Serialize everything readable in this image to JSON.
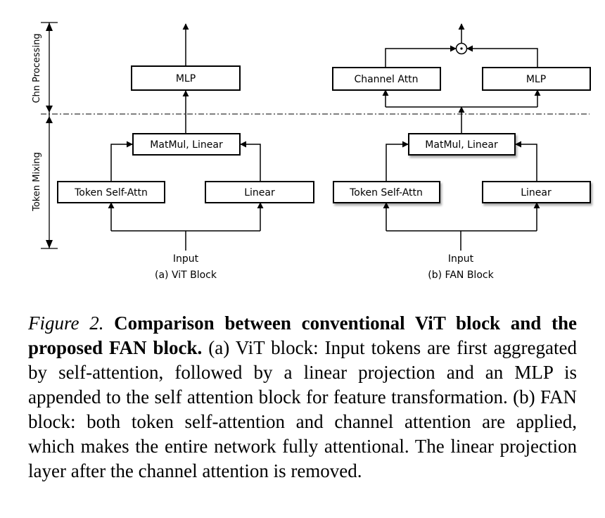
{
  "diagram": {
    "axis_labels": {
      "chn_processing": "Chn Processing",
      "token_mixing": "Token Mixing"
    },
    "vit_block": {
      "mlp": "MLP",
      "matmul": "MatMul, Linear",
      "token_self_attn": "Token Self-Attn",
      "linear": "Linear",
      "input": "Input",
      "caption": "(a) ViT Block"
    },
    "fan_block": {
      "channel_attn": "Channel Attn",
      "mlp": "MLP",
      "matmul": "MatMul, Linear",
      "token_self_attn": "Token Self-Attn",
      "linear": "Linear",
      "input": "Input",
      "caption": "(b) FAN Block",
      "combine_symbol": "⊙"
    }
  },
  "caption": {
    "label": "Figure 2.",
    "title": "Comparison between conventional ViT block and the proposed FAN block.",
    "body": "(a) ViT block: Input tokens are first aggre­gated by self-attention, followed by a linear projection and an MLP is appended to the self attention block for feature transformation. (b) FAN block: both token self-attention and channel attention are applied, which makes the entire network fully attentional. The linear projection layer after the channel attention is removed."
  }
}
